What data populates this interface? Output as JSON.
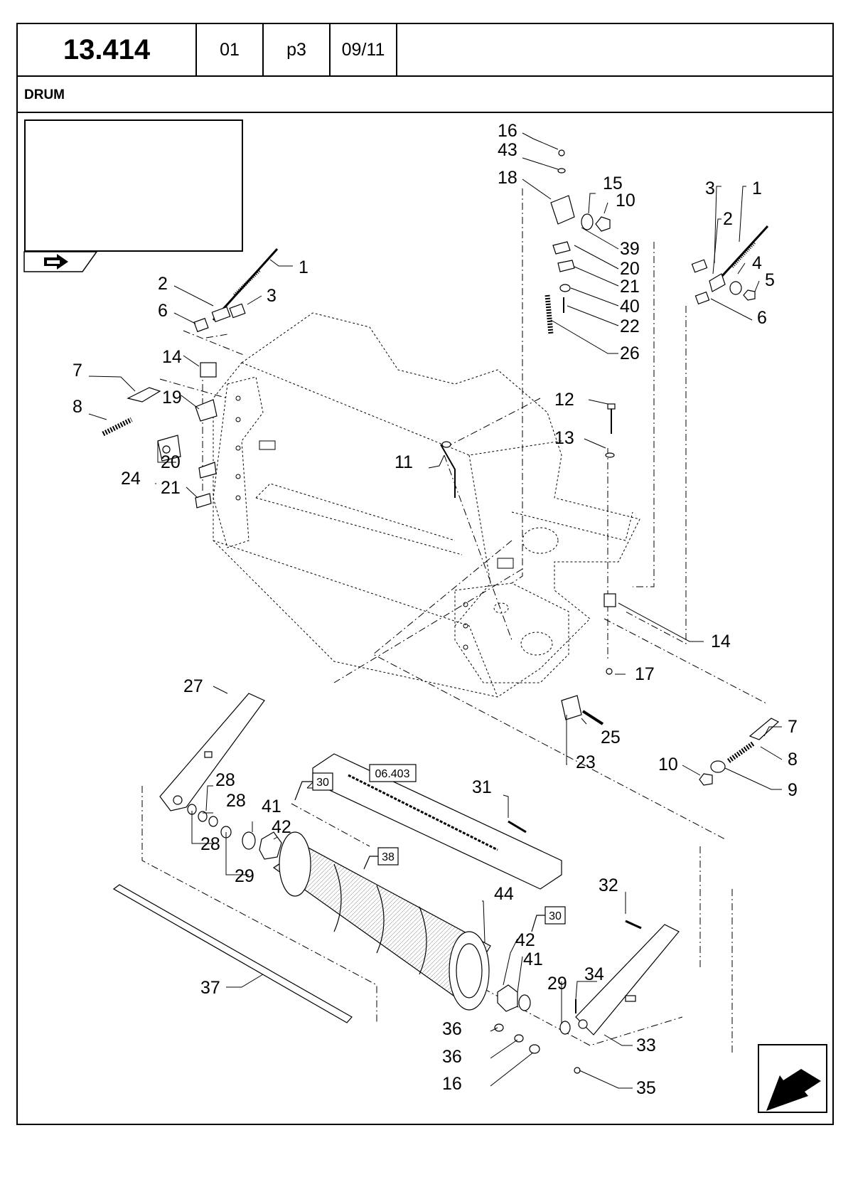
{
  "header": {
    "section_code": "13.414",
    "cells": [
      "01",
      "p3",
      "09/11"
    ]
  },
  "title": "DRUM",
  "callouts": {
    "c1a": "1",
    "c2a": "2",
    "c3a": "3",
    "c6a": "6",
    "c7a": "7",
    "c8a": "8",
    "c14a": "14",
    "c19": "19",
    "c20a": "20",
    "c24": "24",
    "c21a": "21",
    "c16a": "16",
    "c43": "43",
    "c18": "18",
    "c15": "15",
    "c10a": "10",
    "c39": "39",
    "c20b": "20",
    "c21b": "21",
    "c40": "40",
    "c22": "22",
    "c26": "26",
    "c3b": "3",
    "c1b": "1",
    "c2b": "2",
    "c4": "4",
    "c5": "5",
    "c6b": "6",
    "c12": "12",
    "c13": "13",
    "c11": "11",
    "c14b": "14",
    "c17": "17",
    "c23": "23",
    "c25": "25",
    "c7b": "7",
    "c8b": "8",
    "c10b": "10",
    "c9": "9",
    "c27": "27",
    "c28a": "28",
    "c28b": "28",
    "c28c": "28",
    "c41a": "41",
    "c42a": "42",
    "c29a": "29",
    "c31": "31",
    "c32": "32",
    "c44": "44",
    "c42b": "42",
    "c41b": "41",
    "c29b": "29",
    "c34": "34",
    "c37": "37",
    "c36a": "36",
    "c36b": "36",
    "c16b": "16",
    "c33": "33",
    "c35": "35"
  },
  "references": {
    "ref30a": "30",
    "ref06403": "06.403",
    "ref38": "38",
    "ref30b": "30"
  },
  "icons": [
    "return-arrow-icon",
    "next-page-arrow-icon"
  ]
}
